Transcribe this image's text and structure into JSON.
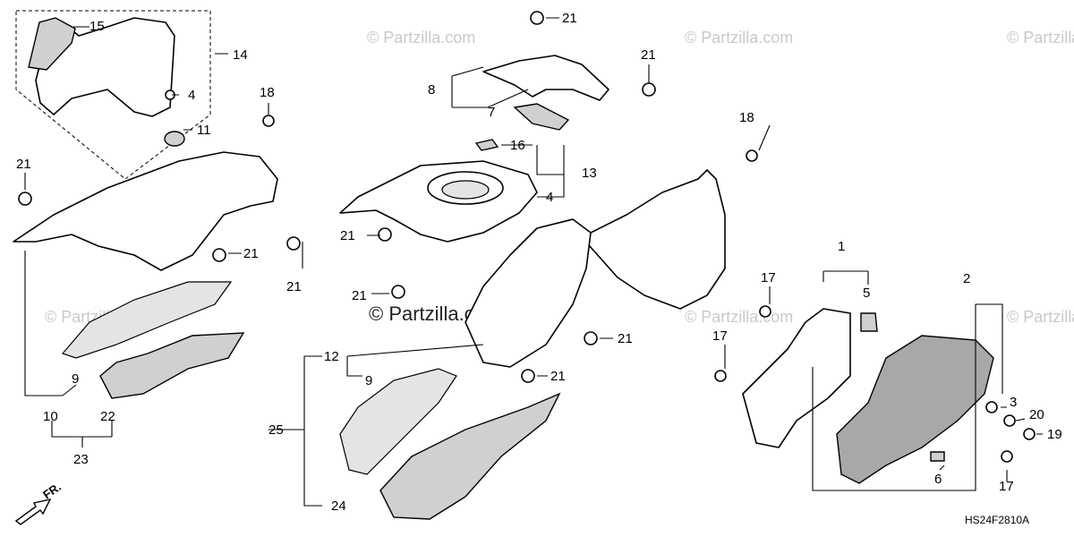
{
  "watermark": {
    "text": "© Partzilla.com",
    "center_text": "© Partzilla.com"
  },
  "diagram_code": "HS24F2810A",
  "direction_label": "FR.",
  "callouts": {
    "c1": "1",
    "c2": "2",
    "c3": "3",
    "c4a": "4",
    "c4b": "4",
    "c5": "5",
    "c6": "6",
    "c7": "7",
    "c8": "8",
    "c9a": "9",
    "c9b": "9",
    "c10": "10",
    "c11": "11",
    "c12": "12",
    "c13": "13",
    "c14": "14",
    "c15": "15",
    "c16": "16",
    "c17a": "17",
    "c17b": "17",
    "c17c": "17",
    "c18a": "18",
    "c18b": "18",
    "c19": "19",
    "c20": "20",
    "c21a": "21",
    "c21b": "21",
    "c21c": "21",
    "c21d": "21",
    "c21e": "21",
    "c21f": "21",
    "c21g": "21",
    "c21h": "21",
    "c21i": "21",
    "c22": "22",
    "c23": "23",
    "c24": "24",
    "c25": "25"
  },
  "colors": {
    "line": "#000000",
    "watermark": "#c9c9c9",
    "part_fill": "#ffffff"
  }
}
